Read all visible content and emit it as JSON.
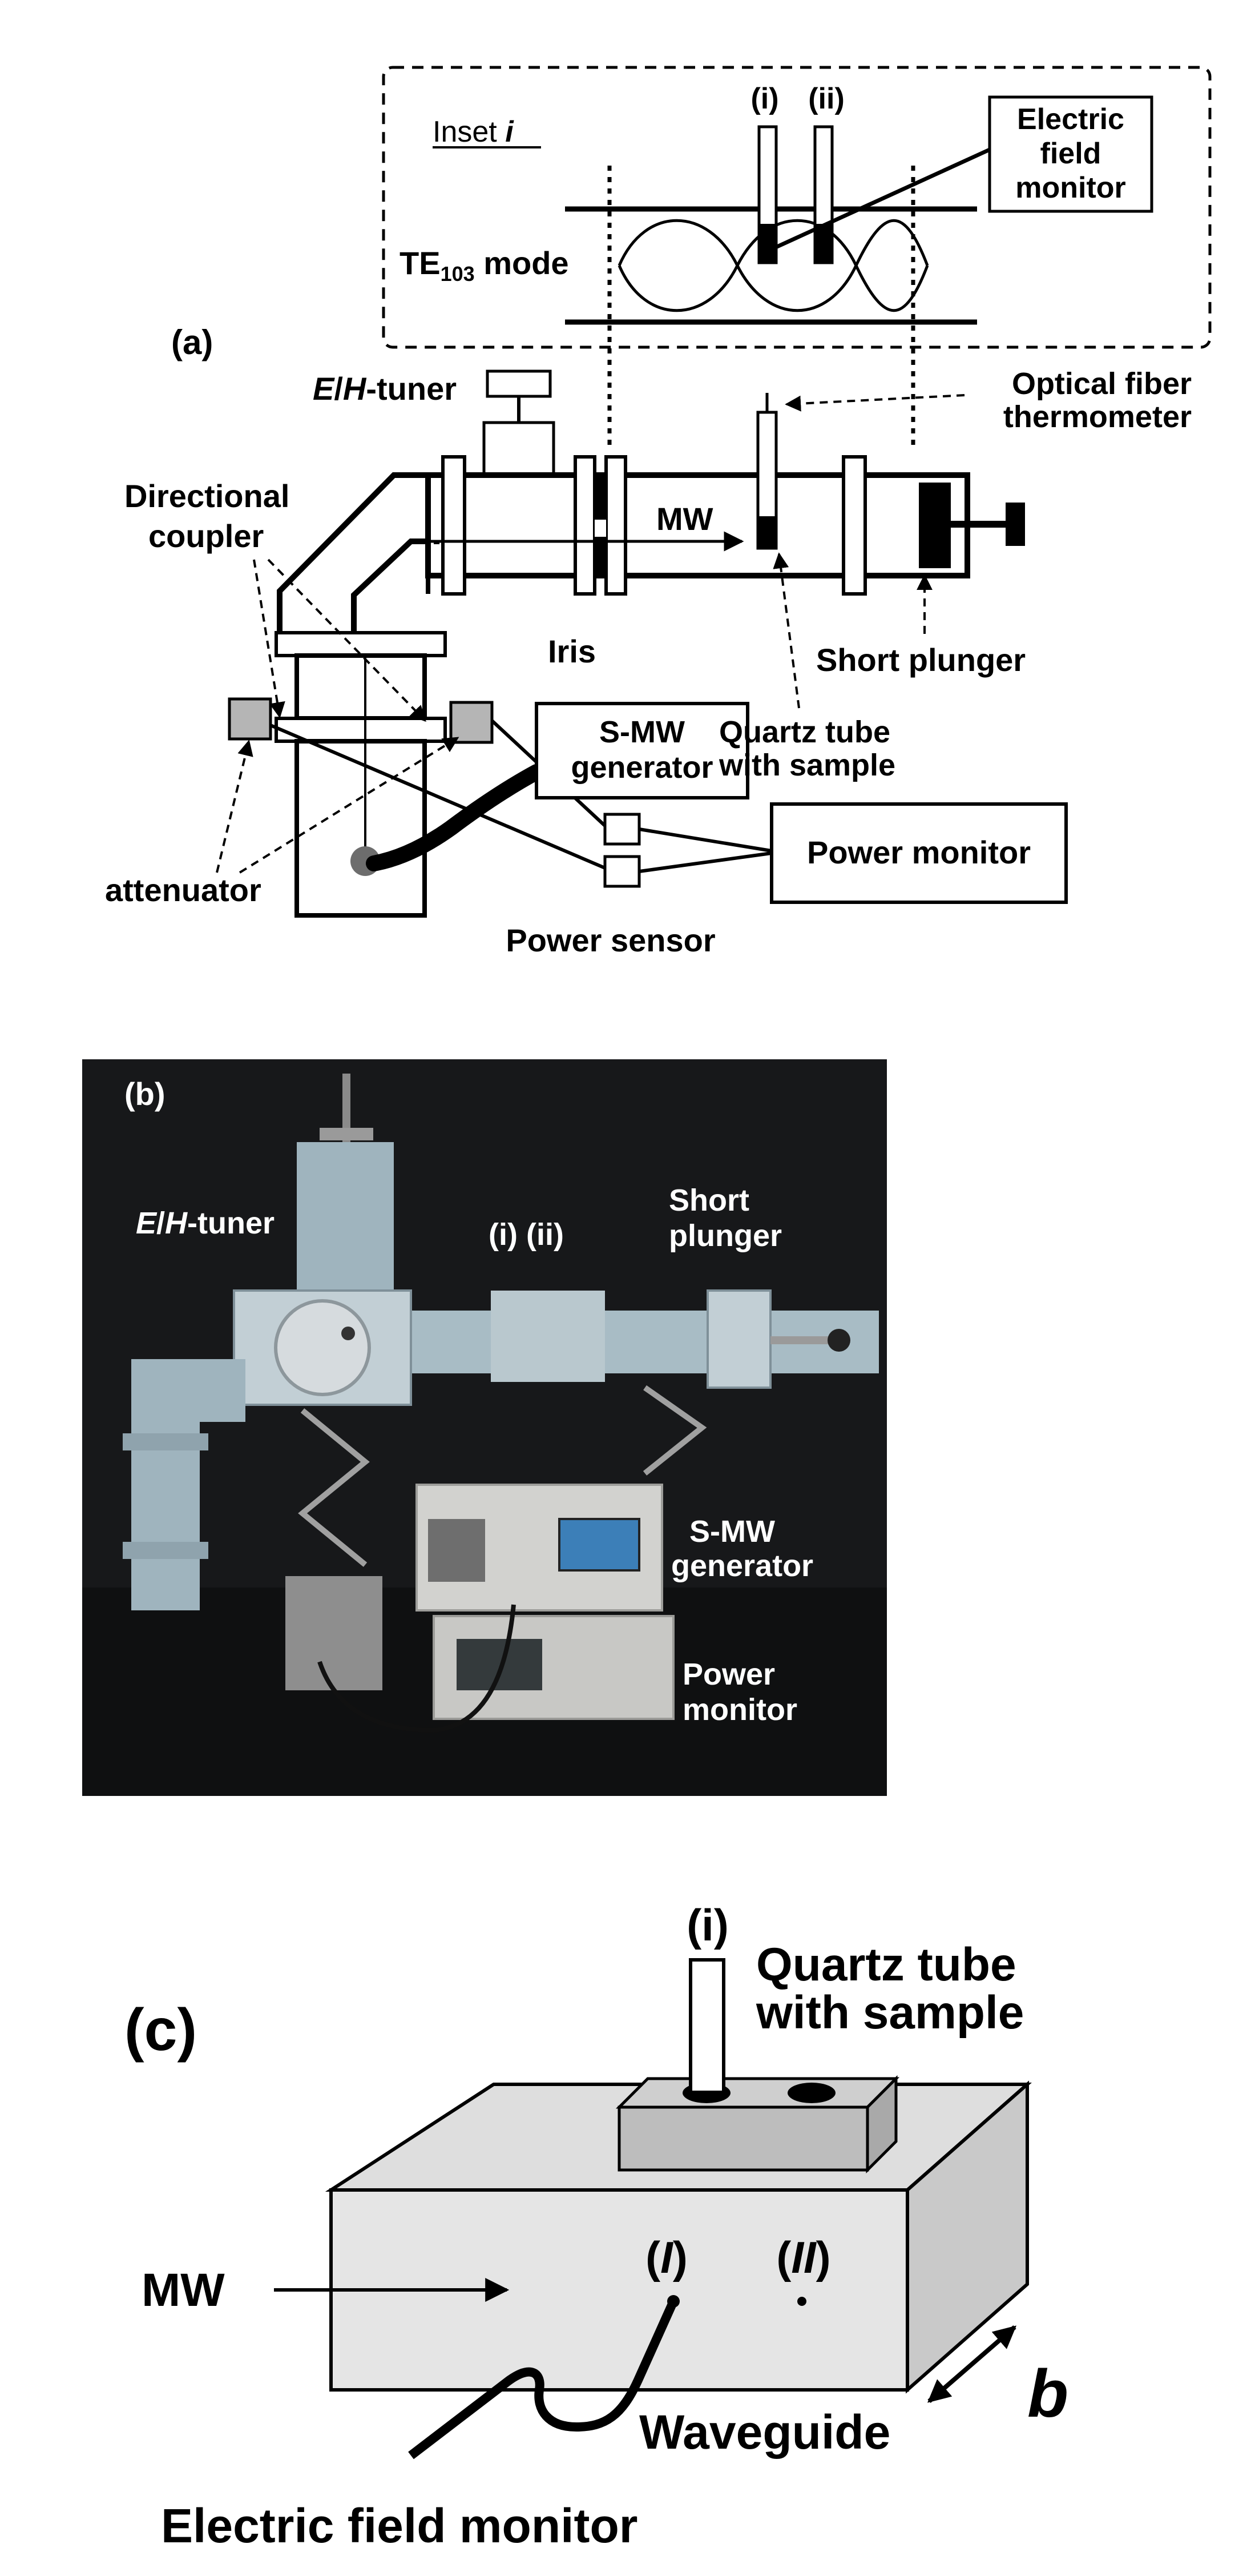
{
  "panel_a": {
    "label": "(a)",
    "inset": {
      "title_prefix": "Inset ",
      "title_italic": "i",
      "tube_i": "(i)",
      "tube_ii": "(ii)",
      "mode_main": "TE",
      "mode_sub": "103",
      "mode_suffix": " mode",
      "monitor_line1": "Electric",
      "monitor_line2": "field",
      "monitor_line3": "monitor"
    },
    "eh_tuner_e": "E",
    "eh_tuner_slash": "/",
    "eh_tuner_h": "H",
    "eh_tuner_rest": "-tuner",
    "optical_line1": "Optical fiber",
    "optical_line2": "thermometer",
    "directional_line1": "Directional",
    "directional_line2": "coupler",
    "mw": "MW",
    "iris": "Iris",
    "short_plunger": "Short plunger",
    "quartz_line1": "Quartz  tube",
    "quartz_line2": "with sample",
    "smw_line1": "S-MW",
    "smw_line2": "generator",
    "power_monitor": "Power monitor",
    "attenuator": "attenuator",
    "power_sensor": "Power sensor"
  },
  "panel_b": {
    "label": "(b)",
    "eh_tuner_e": "E",
    "eh_tuner_slash": "/",
    "eh_tuner_h": "H",
    "eh_tuner_rest": "-tuner",
    "tubes": "(i) (ii)",
    "short_line1": "Short",
    "short_line2": "plunger",
    "smw_line1": "S-MW",
    "smw_line2": "generator",
    "power_line1": "Power",
    "power_line2": "monitor",
    "colors": {
      "backdrop": "#17181a",
      "waveguide": "#9fb4be",
      "device": "#d2d2cf",
      "screen": "#3c7fb8"
    }
  },
  "panel_c": {
    "label": "(c)",
    "tube_i": "(i)",
    "quartz_line1": "Quartz  tube",
    "quartz_line2": "with sample",
    "mw": "MW",
    "pos_I_open": "(",
    "pos_I": "I",
    "pos_I_close": ")",
    "pos_II_open": "(",
    "pos_II": "II",
    "pos_II_close": ")",
    "dimension": "b",
    "waveguide": "Waveguide",
    "electric_monitor": "Electric field monitor",
    "colors": {
      "front": "#e5e5e5",
      "top": "#dedede",
      "side": "#c9c9c9",
      "block": "#bdbdbd"
    }
  }
}
